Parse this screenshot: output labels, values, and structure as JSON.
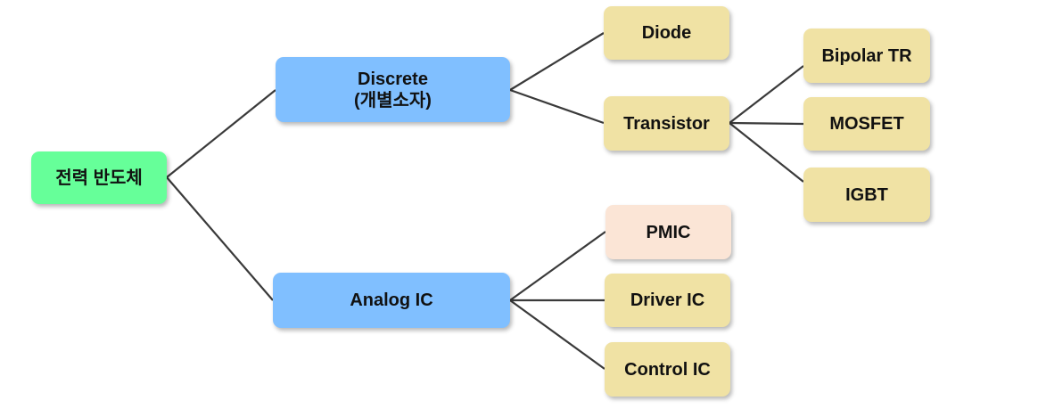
{
  "nodes": {
    "root": {
      "label": "전력 반도체"
    },
    "discrete": {
      "line1": "Discrete",
      "line2": "(개별소자)"
    },
    "analog": {
      "label": "Analog IC"
    },
    "diode": {
      "label": "Diode"
    },
    "transistor": {
      "label": "Transistor"
    },
    "pmic": {
      "label": "PMIC"
    },
    "driver": {
      "label": "Driver IC"
    },
    "control": {
      "label": "Control IC"
    },
    "bipolar": {
      "label": "Bipolar TR"
    },
    "mosfet": {
      "label": "MOSFET"
    },
    "igbt": {
      "label": "IGBT"
    }
  },
  "colors": {
    "root": "#66ff99",
    "category": "#80bfff",
    "leaf": "#f0e2a4",
    "leaf_alt": "#fbe5d6",
    "connector": "#3a3a3a"
  },
  "edges": [
    [
      "root",
      "discrete"
    ],
    [
      "root",
      "analog"
    ],
    [
      "discrete",
      "diode"
    ],
    [
      "discrete",
      "transistor"
    ],
    [
      "transistor",
      "bipolar"
    ],
    [
      "transistor",
      "mosfet"
    ],
    [
      "transistor",
      "igbt"
    ],
    [
      "analog",
      "pmic"
    ],
    [
      "analog",
      "driver"
    ],
    [
      "analog",
      "control"
    ]
  ]
}
